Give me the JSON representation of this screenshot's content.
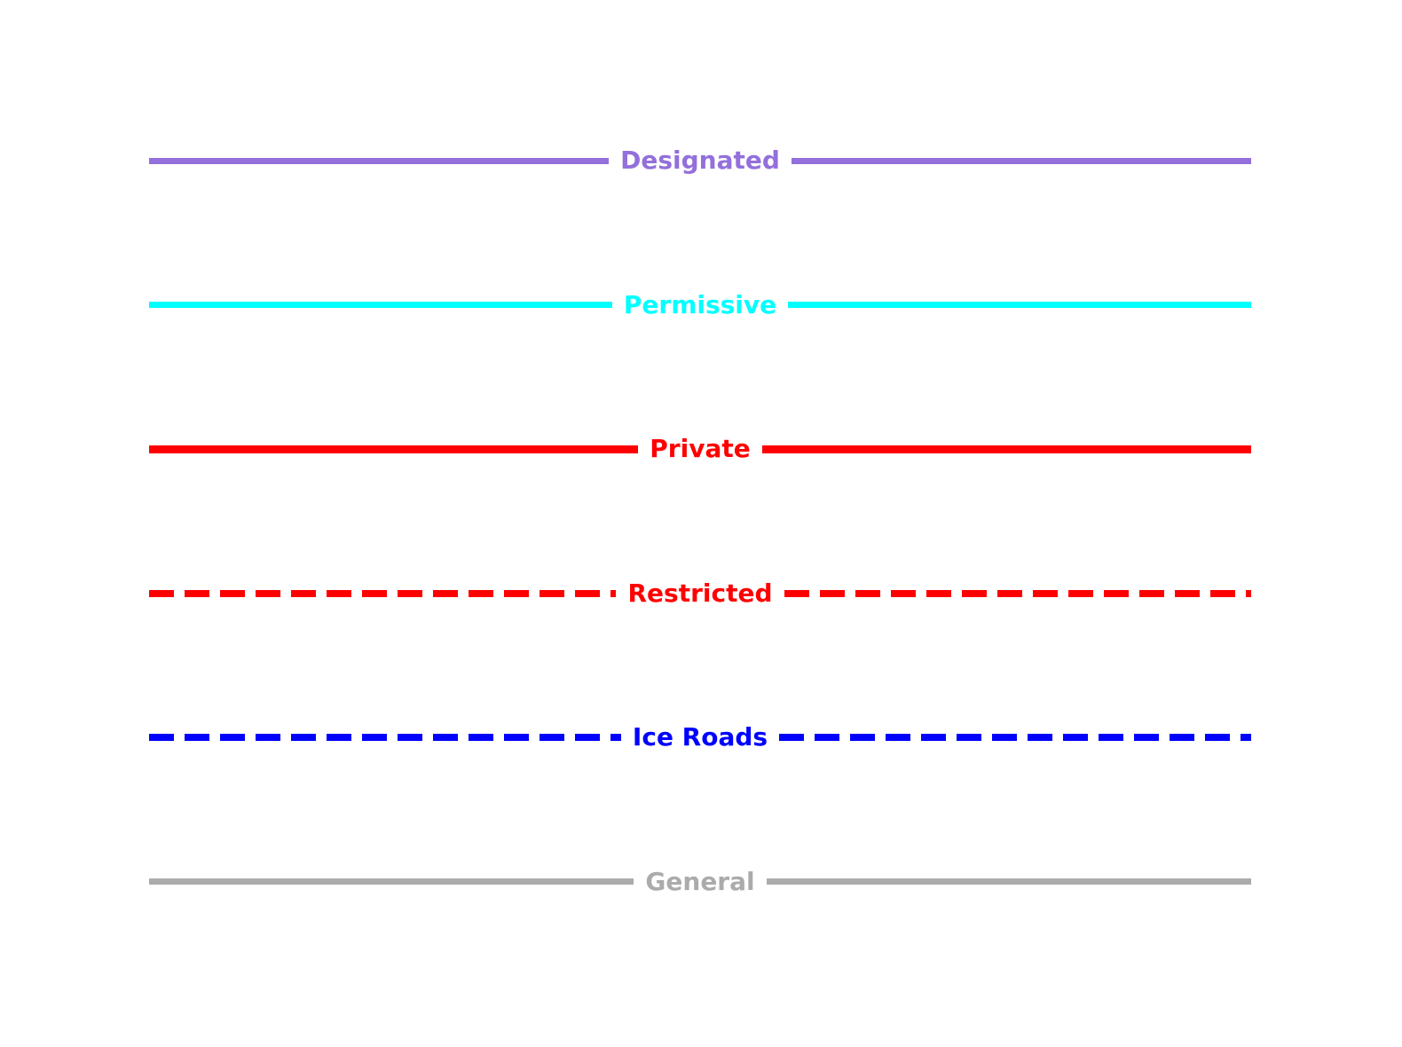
{
  "page": {
    "background_color": "#FFFFFF",
    "description": "Road access type line-style legend"
  },
  "chart_data": {
    "type": "line",
    "title": "",
    "xlabel": "",
    "ylabel": "",
    "grid": false,
    "legend_position": "full-width stacked rows, label centered within each line",
    "series": [
      {
        "name": "Designated",
        "color": "#9370DB",
        "linestyle": "solid",
        "linewidth": 7
      },
      {
        "name": "Permissive",
        "color": "#00FFFF",
        "linestyle": "solid",
        "linewidth": 7
      },
      {
        "name": "Private",
        "color": "#FF0000",
        "linestyle": "solid",
        "linewidth": 9
      },
      {
        "name": "Restricted",
        "color": "#FF0000",
        "linestyle": "dashed",
        "linewidth": 8
      },
      {
        "name": "Ice Roads",
        "color": "#0000FF",
        "linestyle": "dashed",
        "linewidth": 8
      },
      {
        "name": "General",
        "color": "#ABABAB",
        "linestyle": "solid",
        "linewidth": 7
      }
    ]
  },
  "legend": {
    "items": [
      {
        "label": "Designated",
        "color": "#9370DB",
        "style": "solid",
        "width": 7,
        "dash": 28,
        "gap": 12
      },
      {
        "label": "Permissive",
        "color": "#00FFFF",
        "style": "solid",
        "width": 7,
        "dash": 28,
        "gap": 12
      },
      {
        "label": "Private",
        "color": "#FF0000",
        "style": "solid",
        "width": 9,
        "dash": 28,
        "gap": 12
      },
      {
        "label": "Restricted",
        "color": "#FF0000",
        "style": "dashed",
        "width": 8,
        "dash": 28,
        "gap": 12
      },
      {
        "label": "Ice Roads",
        "color": "#0000FF",
        "style": "dashed",
        "width": 8,
        "dash": 28,
        "gap": 12
      },
      {
        "label": "General",
        "color": "#ABABAB",
        "style": "solid",
        "width": 7,
        "dash": 28,
        "gap": 12
      }
    ]
  }
}
